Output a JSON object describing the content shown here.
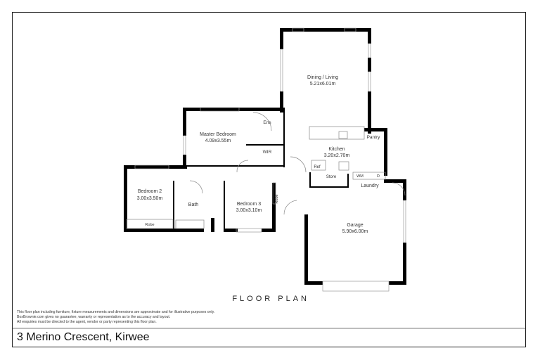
{
  "title": "FLOOR PLAN",
  "address": "3 Merino Crescent, Kirwee",
  "disclaimer": [
    "This floor plan including furniture, fixture measurements and dimensions are approximate and for illustrative purposes only.",
    "BoxBrownie.com gives no guarantee, warranty or representation as to the accuracy and layout.",
    "All enquiries must be directed to the agent, vendor or party representing this floor plan."
  ],
  "rooms": {
    "dining_living": {
      "name": "Dining / Living",
      "size": "5.21x6.01m"
    },
    "master_bedroom": {
      "name": "Master Bedroom",
      "size": "4.09x3.55m"
    },
    "ensuite": {
      "name": "Ens"
    },
    "wir": {
      "name": "WIR"
    },
    "kitchen": {
      "name": "Kitchen",
      "size": "3.20x2.70m"
    },
    "pantry": {
      "name": "Pantry"
    },
    "ref": {
      "name": "Ref"
    },
    "store": {
      "name": "Store"
    },
    "laundry": {
      "name": "Laundry"
    },
    "wm": {
      "name": "WM"
    },
    "dryer": {
      "name": "D"
    },
    "bedroom2": {
      "name": "Bedroom 2",
      "size": "3.00x3.50m"
    },
    "robe2": {
      "name": "Robe"
    },
    "bath": {
      "name": "Bath"
    },
    "bedroom3": {
      "name": "Bedroom 3",
      "size": "3.00x3.10m"
    },
    "robe3": {
      "name": "Robe"
    },
    "garage": {
      "name": "Garage",
      "size": "5.90x6.00m"
    }
  }
}
